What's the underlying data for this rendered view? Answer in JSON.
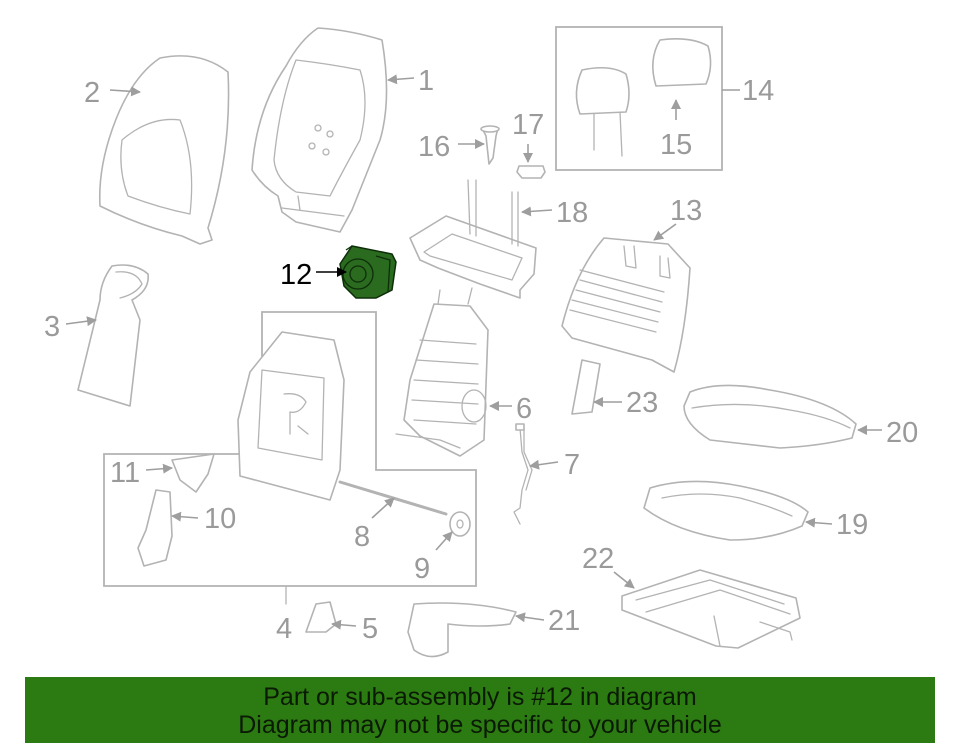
{
  "callouts": {
    "c1": "1",
    "c2": "2",
    "c3": "3",
    "c4": "4",
    "c5": "5",
    "c6": "6",
    "c7": "7",
    "c8": "8",
    "c9": "9",
    "c10": "10",
    "c11": "11",
    "c12": "12",
    "c13": "13",
    "c14": "14",
    "c15": "15",
    "c16": "16",
    "c17": "17",
    "c18": "18",
    "c19": "19",
    "c20": "20",
    "c21": "21",
    "c22": "22",
    "c23": "23"
  },
  "highlighted_part": "12",
  "colors": {
    "highlight": "#2a6b1f",
    "banner_bg": "#2c7a12",
    "line_art": "#b3b3b3"
  },
  "banner": {
    "line1": "Part or sub-assembly is #12 in diagram",
    "line2": "Diagram may not be specific to your vehicle"
  }
}
